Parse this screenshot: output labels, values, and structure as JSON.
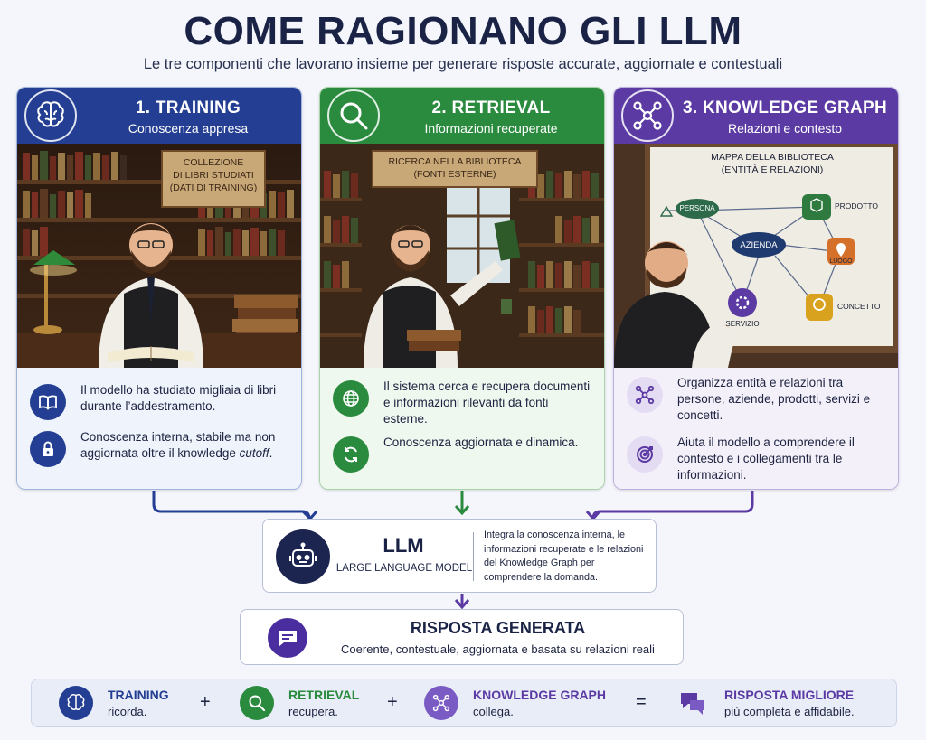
{
  "header": {
    "title": "COME RAGIONANO GLI LLM",
    "subtitle": "Le tre componenti che lavorano insieme per generare risposte accurate, aggiornate e contestuali"
  },
  "cards": [
    {
      "title": "1. TRAINING",
      "subtitle": "Conoscenza appresa",
      "scene_sign": [
        "COLLEZIONE",
        "DI LIBRI STUDIATI",
        "(DATI DI TRAINING)"
      ],
      "items": [
        {
          "icon": "book-icon",
          "text": "Il modello ha studiato migliaia di libri durante l’addestramento."
        },
        {
          "icon": "lock-icon",
          "text_a": "Conoscenza interna, stabile ma non aggiornata oltre il knowledge ",
          "text_b": "cutoff",
          "text_c": "."
        }
      ]
    },
    {
      "title": "2. RETRIEVAL",
      "subtitle": "Informazioni recuperate",
      "scene_sign": [
        "RICERCA NELLA BIBLIOTECA",
        "(FONTI ESTERNE)"
      ],
      "items": [
        {
          "icon": "globe-icon",
          "text": "Il sistema cerca e recupera documenti e informazioni rilevanti da fonti esterne."
        },
        {
          "icon": "refresh-icon",
          "text": "Conoscenza aggiornata e dinamica."
        }
      ]
    },
    {
      "title": "3. KNOWLEDGE GRAPH",
      "subtitle": "Relazioni e contesto",
      "scene_sign": [
        "MAPPA DELLA BIBLIOTECA",
        "(ENTITÀ E RELAZIONI)"
      ],
      "graph_nodes": {
        "center": "AZIENDA",
        "persona": "PERSONA",
        "prodotto": "PRODOTTO",
        "luogo": "LUOGO",
        "servizio": "SERVIZIO",
        "concetto": "CONCETTO"
      },
      "items": [
        {
          "icon": "network-icon",
          "text": "Organizza entità e relazioni tra persone, aziende, prodotti, servizi e concetti."
        },
        {
          "icon": "target-icon",
          "text": "Aiuta il modello a comprendere il contesto e i collegamenti tra le informazioni."
        }
      ]
    }
  ],
  "llm": {
    "name": "LLM",
    "full_name": "LARGE LANGUAGE MODEL",
    "description": "Integra la conoscenza interna, le informazioni recuperate e le relazioni del Knowledge Graph per comprendere la domanda."
  },
  "response": {
    "title": "RISPOSTA GENERATA",
    "text": "Coerente, contestuale, aggiornata e basata su relazioni reali"
  },
  "summary": {
    "items": [
      {
        "title": "TRAINING",
        "text": "ricorda.",
        "color": "#233e92"
      },
      {
        "title": "RETRIEVAL",
        "text": "recupera.",
        "color": "#2a8a3e"
      },
      {
        "title": "KNOWLEDGE GRAPH",
        "text": "collega.",
        "color": "#5b3aa3"
      },
      {
        "title": "RISPOSTA MIGLIORE",
        "text": "più completa e affidabile.",
        "color": "#5b3aa3"
      }
    ],
    "ops": [
      "+",
      "+",
      "="
    ]
  },
  "colors": {
    "training": "#233e92",
    "retrieval": "#2a8a3e",
    "graph": "#5b3aa3",
    "dark": "#1a2346"
  }
}
